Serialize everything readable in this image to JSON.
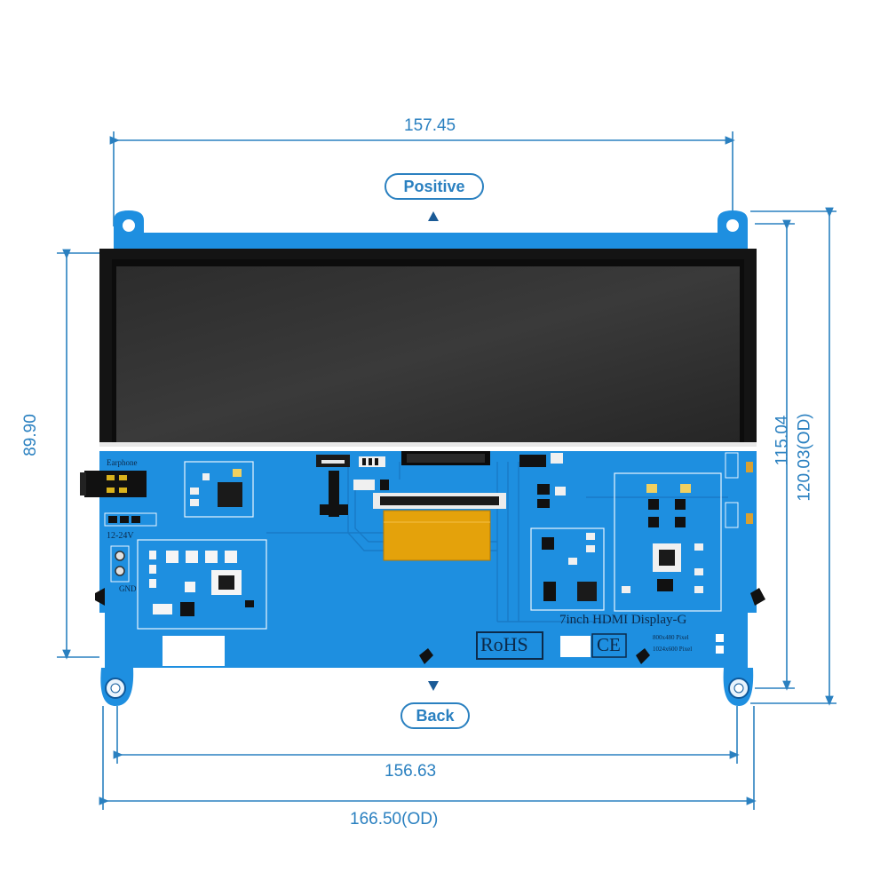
{
  "dimensions": {
    "top_width": "157.45",
    "left_height": "89.90",
    "right_inner_height": "115.04",
    "right_outer_height": "120.03(OD)",
    "bottom_inner_width": "156.63",
    "bottom_outer_width": "166.50(OD)"
  },
  "labels": {
    "positive": "Positive",
    "back": "Back"
  },
  "board": {
    "model": "7inch  HDMI  Display-G",
    "rohs": "RoHS",
    "ce": "CE",
    "earphone": "Earphone",
    "voltage": "12-24V",
    "gnd": "GND",
    "pixel_a": "800x480 Pixel",
    "pixel_b": "1024x600 Pixel"
  },
  "colors": {
    "dimension_blue": "#2a80c0",
    "pcb_blue": "#1e8fe0",
    "panel_black": "#1a1a1a"
  }
}
